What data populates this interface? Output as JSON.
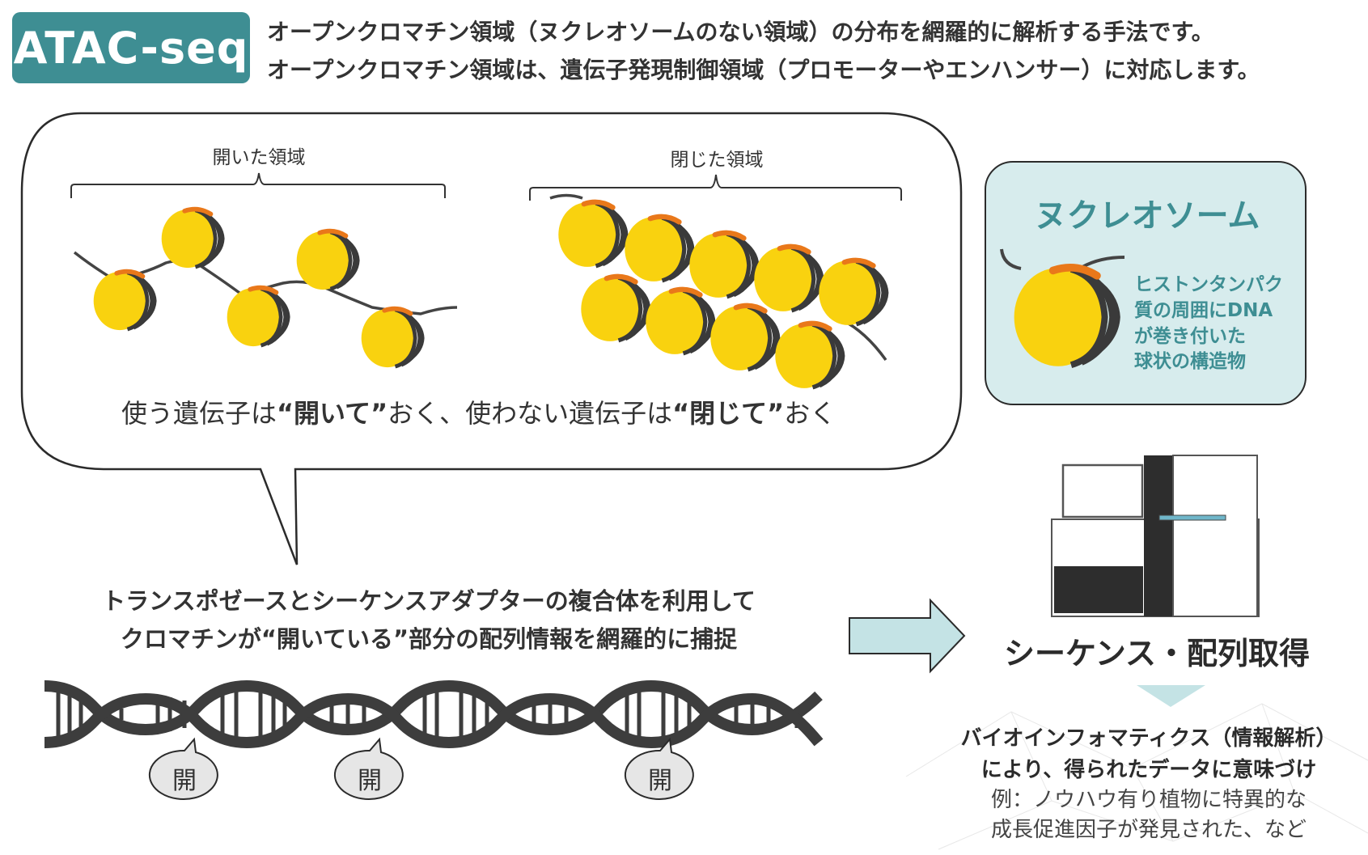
{
  "header": {
    "badge": "ATAC-seq",
    "line1": "オープンクロマチン領域（ヌクレオソームのない領域）の分布を網羅的に解析する手法です。",
    "line2": "オープンクロマチン領域は、遺伝子発現制御領域（プロモーターやエンハンサー）に対応します。"
  },
  "speech_bubble": {
    "open_label": "開いた領域",
    "closed_label": "閉じた領域",
    "caption_part1": "使う遺伝子は",
    "caption_bold1": "“開いて”",
    "caption_part2": "おく、使わない遺伝子は",
    "caption_bold2": "“閉じて”",
    "caption_part3": "おく"
  },
  "nucleosome_panel": {
    "title": "ヌクレオソーム",
    "desc_lines": [
      "ヒストンタンパク",
      "質の周囲にDNA",
      "が巻き付いた",
      "球状の構造物"
    ]
  },
  "method": {
    "line1": "トランスポゼースとシーケンスアダプターの複合体を利用して",
    "line2": "クロマチンが“開いている”部分の配列情報を網羅的に捕捉"
  },
  "dna_open_markers": [
    "開",
    "開",
    "開"
  ],
  "sequencing": {
    "title": "シーケンス・配列取得"
  },
  "bioinformatics": {
    "line1": "バイオインフォマティクス（情報解析）",
    "line2": "により、得られたデータに意味づけ",
    "line3": "例：ノウハウ有り植物に特異的な",
    "line4": "成長促進因子が発見された、など"
  },
  "colors": {
    "accent": "#3e8e93",
    "nucleosome_fill": "#f9d20f",
    "histone_band": "#e9781a",
    "panel_bg": "#d7eced",
    "arrow_fill": "#c4e3e5"
  }
}
